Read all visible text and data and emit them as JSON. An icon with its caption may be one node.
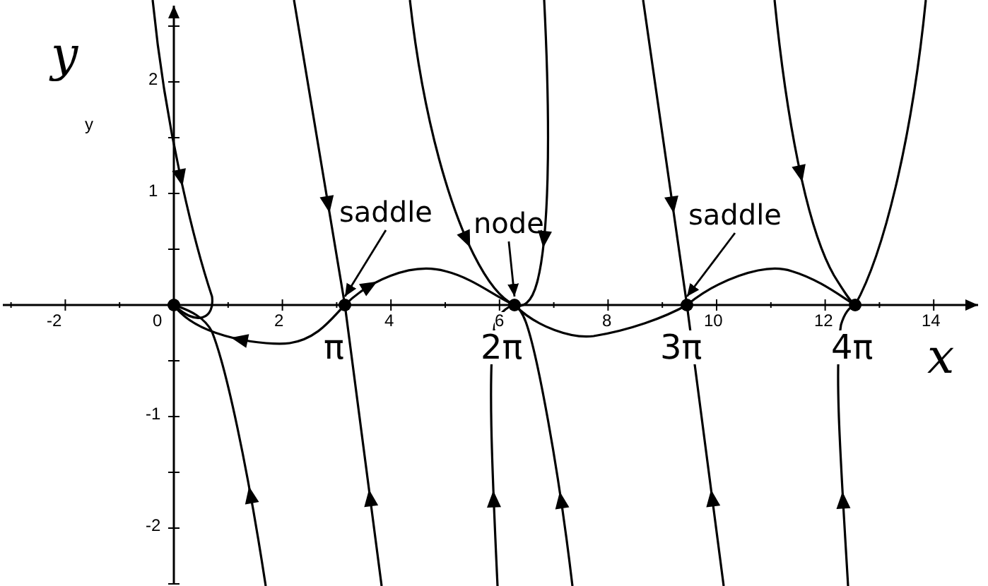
{
  "diagram": {
    "nodes": [
      {
        "text": [
          "saddle"
        ]
      },
      {
        "text": [
          "node"
        ]
      },
      {
        "text": [
          "saddle"
        ]
      },
      {
        "text": [],
        "shape": "circle"
      },
      {
        "text": [],
        "shape": "circle"
      },
      {
        "text": [],
        "shape": "circle"
      }
    ],
    "edges": [
      {
        "from": 0,
        "to": 3,
        "arrow": "to"
      },
      {
        "from": 1,
        "to": 4,
        "arrow": "to"
      },
      {
        "from": 2,
        "to": 5,
        "arrow": "to"
      }
    ],
    "labels": [
      "y",
      "2",
      "y",
      "1",
      "-2",
      "0",
      "2",
      "4",
      "6",
      "8",
      "10",
      "12",
      "14",
      "π",
      "2π",
      "3π",
      "4π",
      "x",
      "-1",
      "-2"
    ]
  }
}
